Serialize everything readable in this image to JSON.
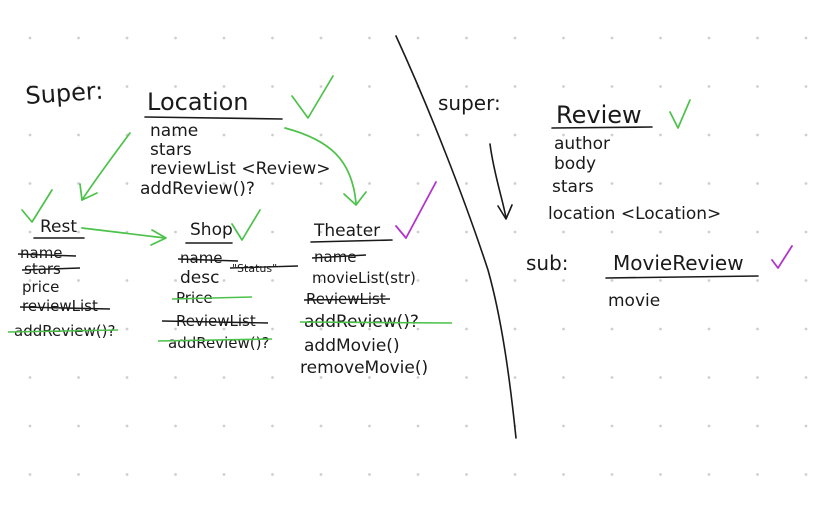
{
  "left": {
    "super_label": "Super:",
    "location": {
      "title": "Location",
      "fields": [
        "name",
        "stars",
        "reviewList <Review>",
        "addReview()?"
      ]
    },
    "rest": {
      "title": "Rest",
      "fields": [
        {
          "text": "name",
          "struck": true
        },
        {
          "text": "stars",
          "struck": true
        },
        {
          "text": "price",
          "struck": false
        },
        {
          "text": "reviewList",
          "struck": true
        },
        {
          "text": "addReview()?",
          "struck": true
        }
      ]
    },
    "shop": {
      "title": "Shop",
      "fields": [
        {
          "text": "name",
          "struck": true
        },
        {
          "text": "desc",
          "struck": false
        },
        {
          "text": "Price",
          "struck": true
        },
        {
          "text": "ReviewList",
          "struck": true
        },
        {
          "text": "addReview()?",
          "struck": true
        }
      ],
      "side_note": "\"Status\""
    },
    "theater": {
      "title": "Theater",
      "fields": [
        {
          "text": "name",
          "struck": true
        },
        {
          "text": "movieList(str)",
          "struck": false
        },
        {
          "text": "ReviewList",
          "struck": true
        },
        {
          "text": "addReview()?",
          "struck": true
        },
        {
          "text": "addMovie()",
          "struck": false
        },
        {
          "text": "removeMovie()",
          "struck": false
        }
      ]
    }
  },
  "right": {
    "super_label": "super:",
    "review": {
      "title": "Review",
      "fields": [
        "author",
        "body",
        "stars",
        "location <Location>"
      ]
    },
    "sub_label": "sub:",
    "moviereview": {
      "title": "MovieReview",
      "fields": [
        "movie"
      ]
    }
  },
  "colors": {
    "ink": "#1a1a1a",
    "check_green": "#4cc24a",
    "check_purple": "#b035c9",
    "dot_grid": "#cfcfcf"
  }
}
